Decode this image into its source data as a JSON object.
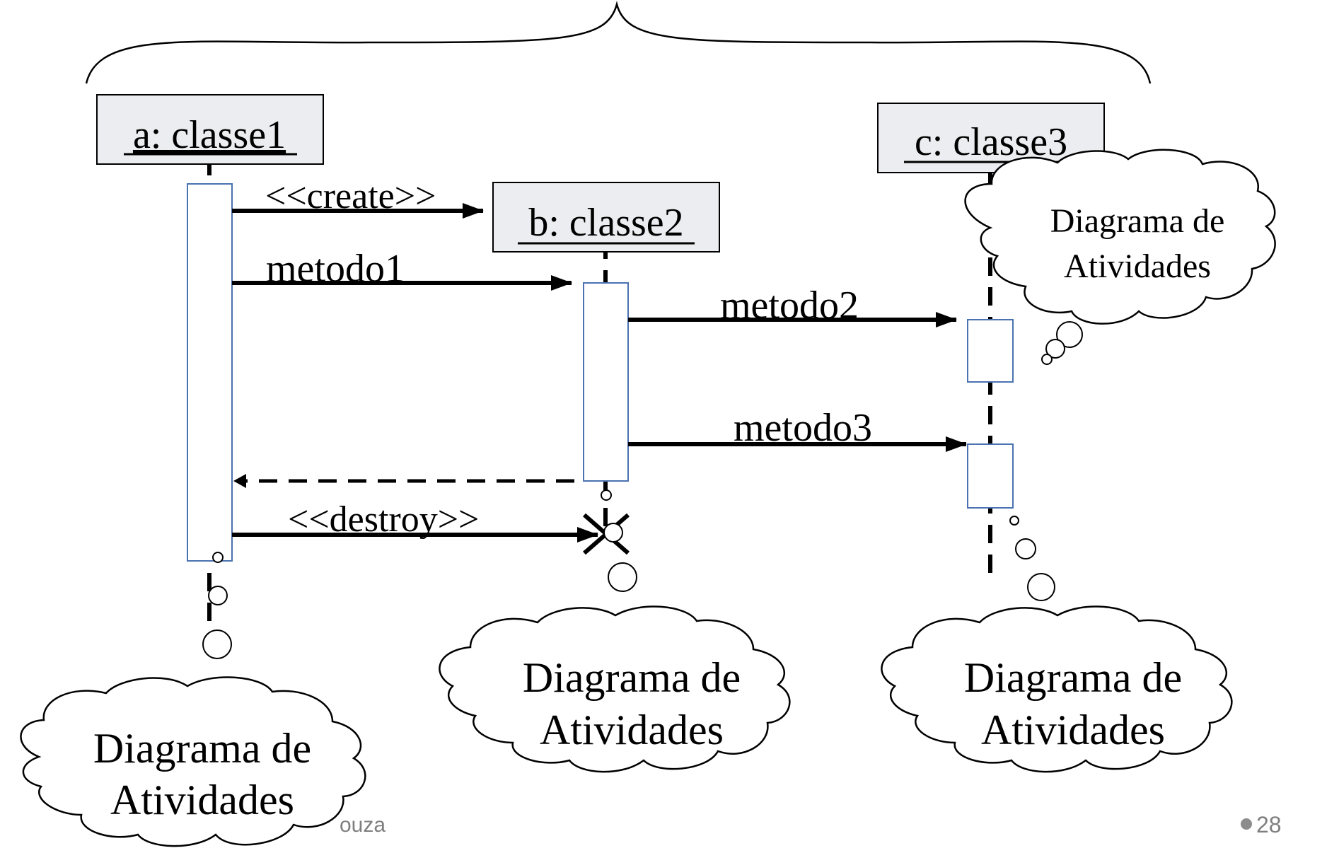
{
  "objects": [
    {
      "id": "a",
      "label": "a: classe1"
    },
    {
      "id": "b",
      "label": "b: classe2"
    },
    {
      "id": "c",
      "label": "c: classe3"
    }
  ],
  "messages": {
    "create": "<<create>>",
    "metodo1": "metodo1",
    "metodo2": "metodo2",
    "metodo3": "metodo3",
    "destroy": "<<destroy>>"
  },
  "clouds": {
    "a": {
      "line1": "Diagrama de",
      "line2": "Atividades"
    },
    "b": {
      "line1": "Diagrama de",
      "line2": "Atividades"
    },
    "c": {
      "line1": "Diagrama de",
      "line2": "Atividades"
    },
    "c_small": {
      "line1": "Diagrama de",
      "line2": "Atividades"
    }
  },
  "footer": {
    "author_fragment": "ouza",
    "page_number": "28"
  },
  "colors": {
    "object_box_fill": "#ecedf0",
    "activation_border": "#4a72b0",
    "ink": "#000000",
    "footer_text": "#7f7f7f",
    "footer_dot": "#8c8c8c"
  }
}
